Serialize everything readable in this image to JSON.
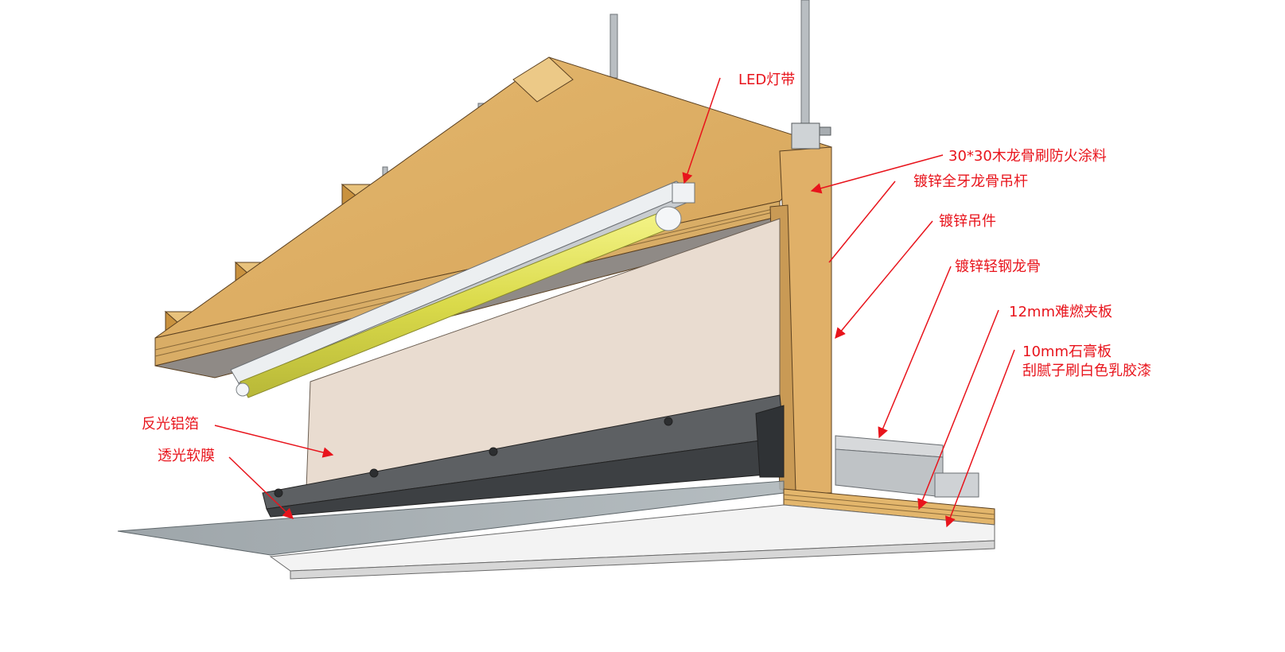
{
  "diagram": {
    "annotation_color": "#e8141c",
    "labels": {
      "led_strip": "LED灯带",
      "wood_keel": "30*30木龙骨刷防火涂料",
      "hanger_rod": "镀锌全牙龙骨吊杆",
      "hanger_clip": "镀锌吊件",
      "steel_keel": "镀锌轻钢龙骨",
      "plywood": "12mm难燃夹板",
      "gypsum_line1": "10mm石膏板",
      "gypsum_line2": "刮腻子刷白色乳胶漆",
      "foil": "反光铝箔",
      "film": "透光软膜"
    },
    "components": [
      "galvanized-rod",
      "wood-keel-block",
      "plywood-top",
      "led-light-bar",
      "fluorescent-tube",
      "back-panel",
      "plywood-vertical",
      "aluminum-channel",
      "light-film",
      "gypsum-board",
      "steel-keel"
    ]
  }
}
